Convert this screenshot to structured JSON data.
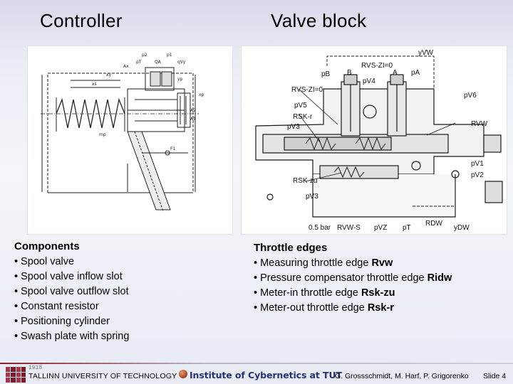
{
  "headings": {
    "left": "Controller",
    "right": "Valve block"
  },
  "controller_figure": {
    "labels": [
      "p2",
      "p1",
      "pT",
      "QA",
      "Ax",
      "qVy",
      "xy",
      "xs",
      "xp",
      "yp",
      "A2",
      "A1",
      "F1",
      "mp"
    ]
  },
  "valve_figure": {
    "labels": [
      "yVW",
      "pB",
      "RVS-ZI=0",
      "pA",
      "B",
      "pV4",
      "A",
      "RVS-ZI=0",
      "pV5",
      "pV6",
      "RSK-r",
      "RVW",
      "pV3",
      "pV1",
      "pV2",
      "RSK-zu",
      "pV3",
      "0.5 bar",
      "RVW-S",
      "pVZ",
      "pT",
      "RDW",
      "yDW"
    ],
    "top_labels": {
      "y": "yVW",
      "rvs": "RVS-ZI=0",
      "pb": "pB",
      "b": "B",
      "pa": "pA",
      "a": "A",
      "pv4": "pV4"
    },
    "left_labels": {
      "rvs2": "RVS-ZI=0",
      "pv5": "pV5",
      "rsk": "RSK-r",
      "pv3": "pV3",
      "rskzu": "RSK-zu",
      "pv3b": "pV3"
    },
    "right_labels": {
      "pv6": "pV6",
      "rvw": "RVW",
      "pv1": "pV1",
      "pv2": "pV2"
    },
    "bottom_labels": {
      "bar": "0.5 bar",
      "rvws": "RVW-S",
      "pvz": "pVZ",
      "pt": "pT",
      "rdw": "RDW",
      "ydw": "yDW"
    }
  },
  "components": {
    "title": "Components",
    "items": [
      "Spool valve",
      "Spool valve inflow slot",
      "Spool valve outflow slot",
      "Constant resistor",
      "Positioning cylinder",
      "Swash plate with spring"
    ]
  },
  "throttle_edges": {
    "title": "Throttle edges",
    "items": [
      {
        "text": "Measuring throttle edge ",
        "strong": "Rvw"
      },
      {
        "text": "Pressure compensator throttle edge ",
        "strong": "Ridw"
      },
      {
        "text": "Meter-in throttle edge ",
        "strong": "Rsk-zu"
      },
      {
        "text": "Meter-out throttle edge ",
        "strong": "Rsk-r"
      }
    ]
  },
  "bullet": "•",
  "footer": {
    "year": "1918",
    "university": "TALLINN UNIVERSITY OF TECHNOLOGY",
    "institute": "Institute of Cybernetics at TUT",
    "authors": "G. Grossschmidt, M. Harf, P. Grigorenko",
    "slide": "Slide 4"
  },
  "colors": {
    "accent": "#8b1c2b",
    "institute_text": "#2a2f7a",
    "background": "#eceef6"
  }
}
